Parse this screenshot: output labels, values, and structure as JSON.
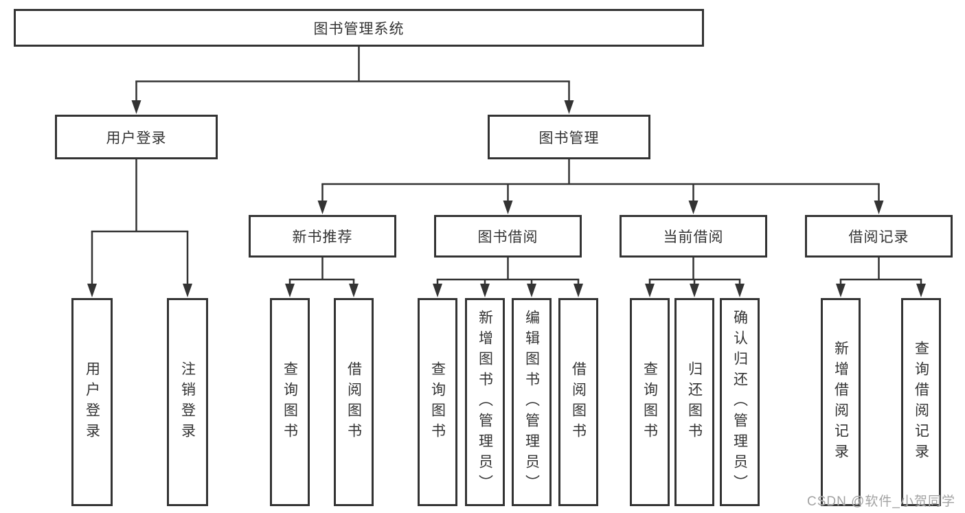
{
  "tree": {
    "root": "图书管理系统",
    "user_login": {
      "label": "用户登录",
      "children": [
        "用户登录",
        "注销登录"
      ]
    },
    "book_mgmt": {
      "label": "图书管理",
      "sections": [
        {
          "label": "新书推荐",
          "children": [
            "查询图书",
            "借阅图书"
          ]
        },
        {
          "label": "图书借阅",
          "children": [
            "查询图书",
            "新增图书（管理员）",
            "编辑图书（管理员）",
            "借阅图书"
          ]
        },
        {
          "label": "当前借阅",
          "children": [
            "查询图书",
            "归还图书",
            "确认归还（管理员）"
          ]
        },
        {
          "label": "借阅记录",
          "children": [
            "新增借阅记录",
            "查询借阅记录"
          ]
        }
      ]
    }
  },
  "watermark": {
    "text": "CSDN @软件_小贺同学"
  },
  "colors": {
    "line": "#333333",
    "box_border": "#333333",
    "text": "#333333",
    "watermark": "#a2a2a2",
    "background": "#ffffff"
  }
}
